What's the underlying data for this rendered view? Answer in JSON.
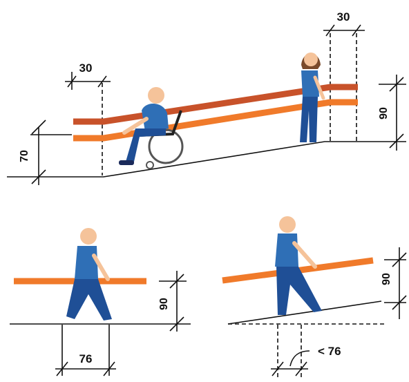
{
  "colors": {
    "handrail_upper": "#c8522a",
    "handrail_lower": "#f07a2a",
    "shirt": "#2f6fb6",
    "trousers": "#1f4f96",
    "skin": "#f5c39a",
    "hair": "#7a4a2a",
    "line": "#111111"
  },
  "ramp_view": {
    "top_dimension": "30",
    "left_dimension": "30",
    "lower_rail_height": "70",
    "upper_rail_height": "90"
  },
  "flat_view": {
    "rail_height": "90",
    "width": "76"
  },
  "slope_view": {
    "rail_height": "90",
    "width_label": "< 76"
  }
}
